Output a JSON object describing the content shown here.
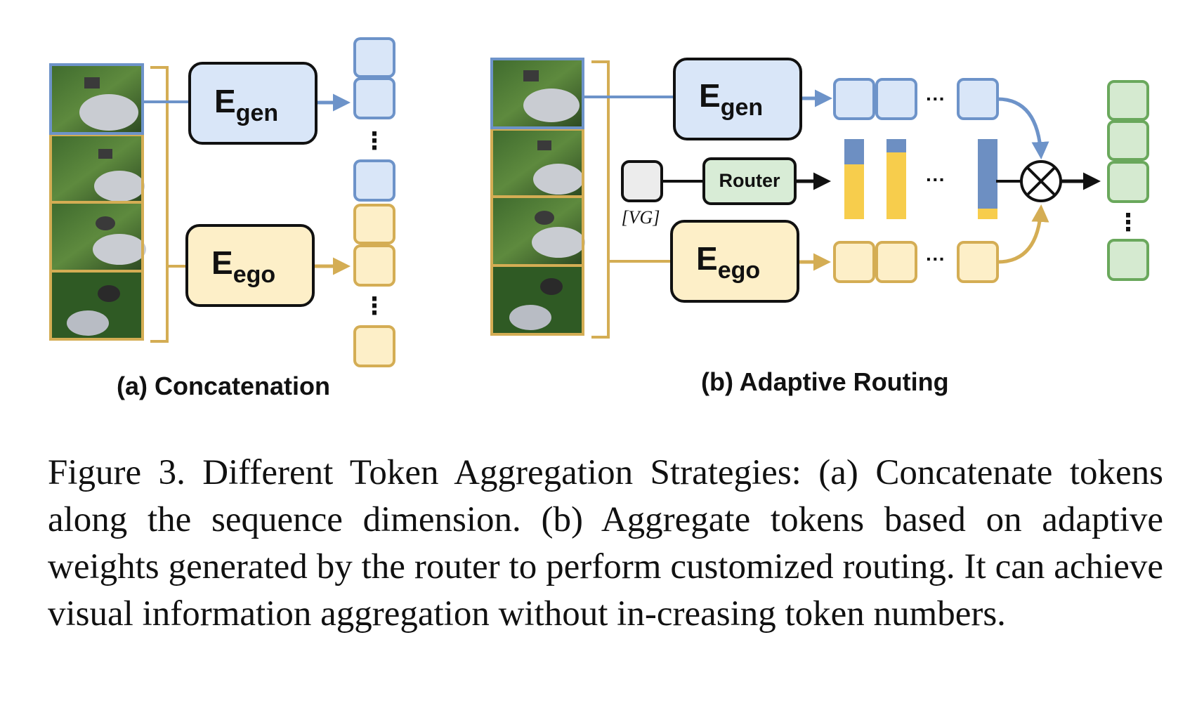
{
  "panel_a": {
    "title": "(a) Concatenation",
    "encoder_gen": {
      "main": "E",
      "sub": "gen"
    },
    "encoder_ego": {
      "main": "E",
      "sub": "ego"
    },
    "ellipsis": "⋮"
  },
  "panel_b": {
    "title": "(b) Adaptive Routing",
    "encoder_gen": {
      "main": "E",
      "sub": "gen"
    },
    "encoder_ego": {
      "main": "E",
      "sub": "ego"
    },
    "router_label": "Router",
    "vg_token_label": "[VG]",
    "ellipsis_h": "···",
    "ellipsis_v": "⋮",
    "multiply_symbol": "⊗",
    "router_weights": [
      {
        "gen": 0.32,
        "ego": 0.68
      },
      {
        "gen": 0.17,
        "ego": 0.83
      },
      {
        "gen": 0.87,
        "ego": 0.13
      }
    ]
  },
  "colors": {
    "gen_fill": "#d9e6f8",
    "gen_stroke": "#6d93c9",
    "ego_fill": "#fdefc8",
    "ego_stroke": "#d4ad54",
    "out_fill": "#d5ead0",
    "out_stroke": "#6aa85c",
    "router_fill": "#d8ecd6",
    "vg_fill": "#ececec",
    "bar_gen": "#6d8fc2",
    "bar_ego": "#f7cd4c"
  },
  "caption": "Figure 3. Different Token Aggregation Strategies: (a) Concatenate tokens along the sequence dimension. (b) Aggregate tokens based on adaptive weights generated by the router to perform customized routing. It can achieve visual information aggregation without in-creasing token numbers."
}
